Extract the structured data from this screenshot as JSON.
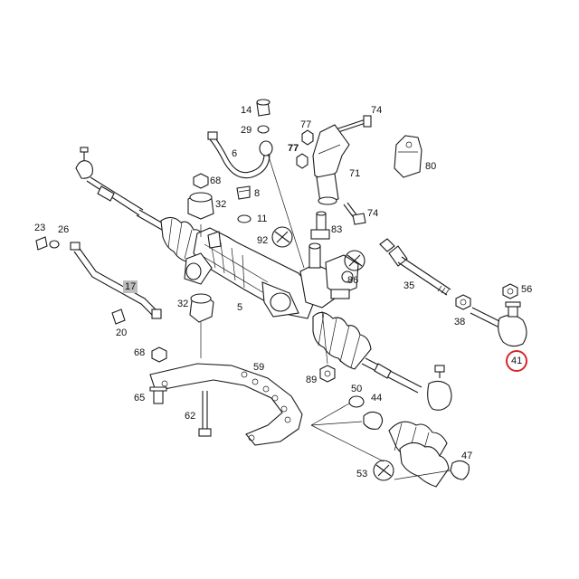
{
  "diagram": {
    "labels": [
      {
        "id": "14",
        "text": "14"
      },
      {
        "id": "29",
        "text": "29"
      },
      {
        "id": "74a",
        "text": "74"
      },
      {
        "id": "77a",
        "text": "77"
      },
      {
        "id": "77b",
        "text": "77"
      },
      {
        "id": "6",
        "text": "6"
      },
      {
        "id": "71",
        "text": "71"
      },
      {
        "id": "80",
        "text": "80"
      },
      {
        "id": "68a",
        "text": "68"
      },
      {
        "id": "8",
        "text": "8"
      },
      {
        "id": "32a",
        "text": "32"
      },
      {
        "id": "11",
        "text": "11"
      },
      {
        "id": "74b",
        "text": "74"
      },
      {
        "id": "23",
        "text": "23"
      },
      {
        "id": "26",
        "text": "26"
      },
      {
        "id": "92",
        "text": "92"
      },
      {
        "id": "83",
        "text": "83"
      },
      {
        "id": "17",
        "text": "17"
      },
      {
        "id": "86",
        "text": "86"
      },
      {
        "id": "35",
        "text": "35"
      },
      {
        "id": "56",
        "text": "56"
      },
      {
        "id": "32b",
        "text": "32"
      },
      {
        "id": "5",
        "text": "5"
      },
      {
        "id": "20",
        "text": "20"
      },
      {
        "id": "38",
        "text": "38"
      },
      {
        "id": "41",
        "text": "41"
      },
      {
        "id": "68b",
        "text": "68"
      },
      {
        "id": "59",
        "text": "59"
      },
      {
        "id": "89",
        "text": "89"
      },
      {
        "id": "50",
        "text": "50"
      },
      {
        "id": "65",
        "text": "65"
      },
      {
        "id": "44",
        "text": "44"
      },
      {
        "id": "62",
        "text": "62"
      },
      {
        "id": "47",
        "text": "47"
      },
      {
        "id": "53",
        "text": "53"
      }
    ],
    "highlighted_part": "41",
    "highlight_color": "#d8262b"
  }
}
